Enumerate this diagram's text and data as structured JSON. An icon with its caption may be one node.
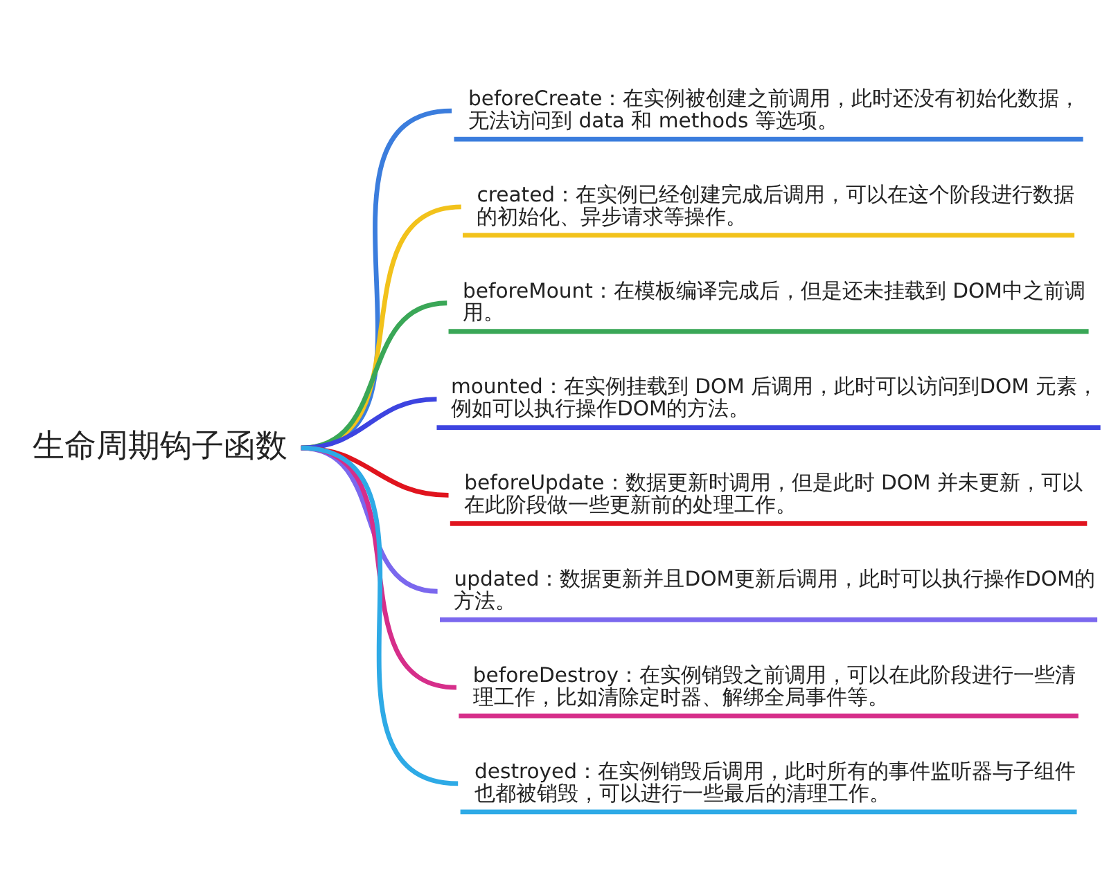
{
  "diagram": {
    "nodes": [
      {
        "text": [
          "生命周期钩子函数"
        ]
      },
      {
        "text": [
          "beforeCreate：在实例被创建之前调用，此时还没有初始化数据，无法访问到 data 和 methods 等选项。"
        ]
      },
      {
        "text": [
          "created：在实例已经创建完成后调用，可以在这个阶段进行数据的初始化、异步请求等操作。"
        ]
      },
      {
        "text": [
          "beforeMount：在模板编译完成后，但是还未挂载到 DOM中之前调用。"
        ]
      },
      {
        "text": [
          "mounted：在实例挂载到 DOM 后调用，此时可以访问到DOM 元素，例如可以执行操作DOM的方法。"
        ]
      },
      {
        "text": [
          "beforeUpdate：数据更新时调用，但是此时 DOM 并未更新，可以在此阶段做一些更新前的处理工作。"
        ]
      },
      {
        "text": [
          "updated：数据更新并且DOM更新后调用，此时可以执行操作DOM的方法。"
        ]
      },
      {
        "text": [
          "beforeDestroy：在实例销毁之前调用，可以在此阶段进行一些清理工作，比如清除定时器、解绑全局事件等。"
        ]
      },
      {
        "text": [
          "destroyed：在实例销毁后调用，此时所有的事件监听器与子组件也都被销毁，可以进行一些最后的清理工作。"
        ]
      }
    ],
    "edges": [
      {
        "from": 0,
        "to": 1,
        "arrow": "none",
        "color": "#3b7ddd"
      },
      {
        "from": 0,
        "to": 2,
        "arrow": "none",
        "color": "#f2c21b"
      },
      {
        "from": 0,
        "to": 3,
        "arrow": "none",
        "color": "#3aa757"
      },
      {
        "from": 0,
        "to": 4,
        "arrow": "none",
        "color": "#3d44e0"
      },
      {
        "from": 0,
        "to": 5,
        "arrow": "none",
        "color": "#e0141e"
      },
      {
        "from": 0,
        "to": 6,
        "arrow": "none",
        "color": "#7b68ee"
      },
      {
        "from": 0,
        "to": 7,
        "arrow": "none",
        "color": "#d62e8a"
      },
      {
        "from": 0,
        "to": 8,
        "arrow": "none",
        "color": "#2eaae6"
      }
    ]
  }
}
